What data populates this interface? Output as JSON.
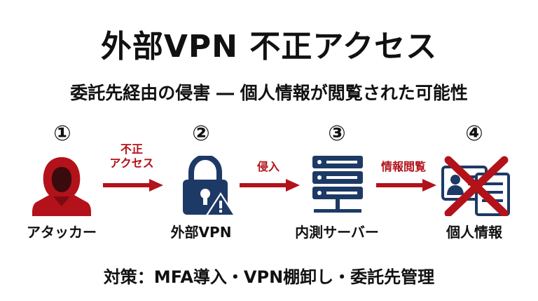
{
  "title": "外部VPN 不正アクセス",
  "subtitle": "委託先経由の侵害 ― 個人情報が閲覧された可能性",
  "steps": [
    {
      "number": "①",
      "label": "アタッカー",
      "icon": "hooded-attacker-icon"
    },
    {
      "number": "②",
      "label": "外部VPN",
      "icon": "padlock-warning-icon"
    },
    {
      "number": "③",
      "label": "内測サーバー",
      "icon": "server-icon"
    },
    {
      "number": "④",
      "label": "個人情報",
      "icon": "crossed-id-card-icon"
    }
  ],
  "arrows": [
    {
      "line1": "不正",
      "line2": "アクセス"
    },
    {
      "line1": "侵入"
    },
    {
      "line1": "情報閲覧"
    }
  ],
  "countermeasure": "対策：MFA導入・VPN棚卸し・委託先管理",
  "colors": {
    "accent_red": "#b3121a",
    "navy": "#1d3a66"
  }
}
